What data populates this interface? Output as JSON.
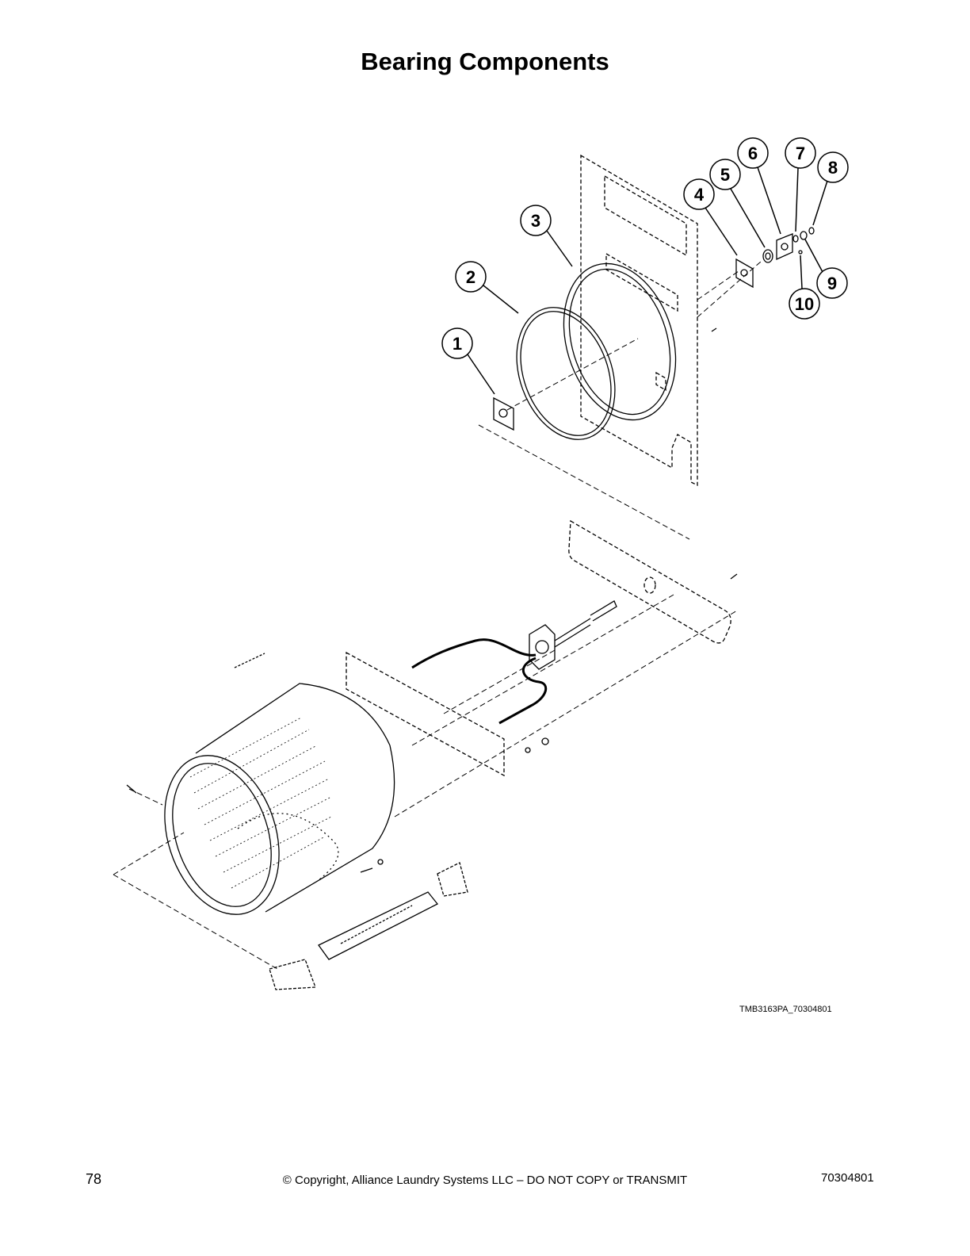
{
  "page": {
    "title": "Bearing Components",
    "figure_code": "TMB3163PA_70304801",
    "page_number": "78",
    "copyright": "© Copyright, Alliance Laundry Systems LLC – DO NOT COPY or TRANSMIT",
    "document_number": "70304801"
  },
  "callouts": [
    {
      "label": "1"
    },
    {
      "label": "2"
    },
    {
      "label": "3"
    },
    {
      "label": "4"
    },
    {
      "label": "5"
    },
    {
      "label": "6"
    },
    {
      "label": "7"
    },
    {
      "label": "8"
    },
    {
      "label": "9"
    },
    {
      "label": "10"
    }
  ]
}
